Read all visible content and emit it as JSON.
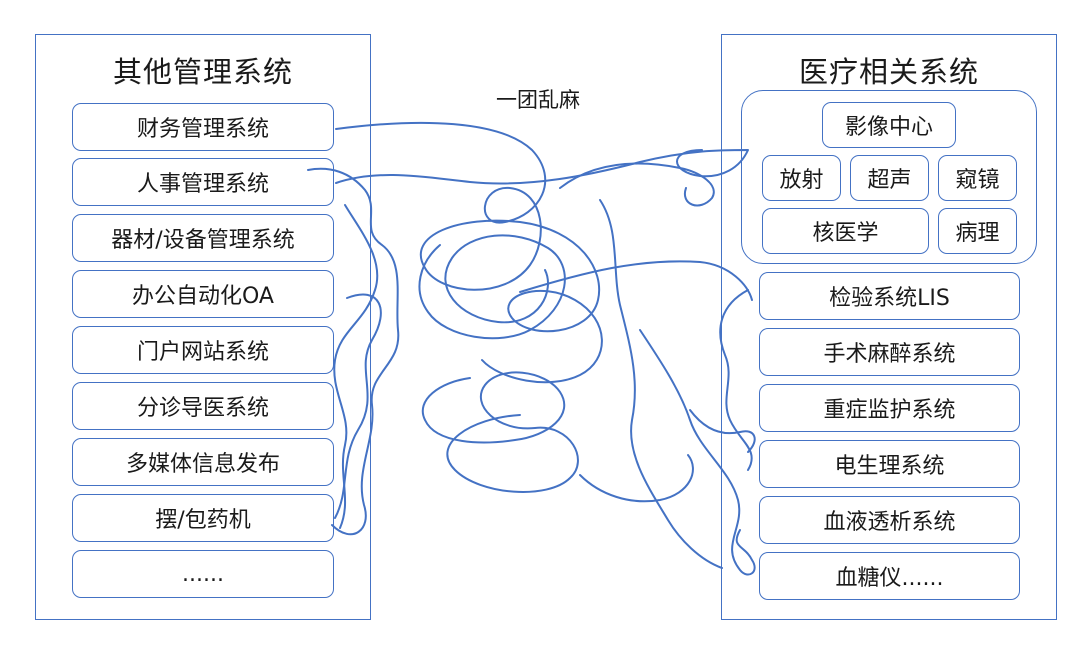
{
  "colors": {
    "accent": "#4472c4",
    "text": "#1a1a1a",
    "background": "#ffffff"
  },
  "caption": "一团乱麻",
  "left_panel": {
    "title": "其他管理系统",
    "items": [
      "财务管理系统",
      "人事管理系统",
      "器材/设备管理系统",
      "办公自动化OA",
      "门户网站系统",
      "分诊导医系统",
      "多媒体信息发布",
      "摆/包药机",
      "......"
    ]
  },
  "right_panel": {
    "title": "医疗相关系统",
    "imaging_group": {
      "center": "影像中心",
      "row1": [
        "放射",
        "超声",
        "窥镜"
      ],
      "row2": [
        "核医学",
        "病理"
      ]
    },
    "items": [
      "检验系统LIS",
      "手术麻醉系统",
      "重症监护系统",
      "电生理系统",
      "血液透析系统",
      "血糖仪......"
    ]
  }
}
